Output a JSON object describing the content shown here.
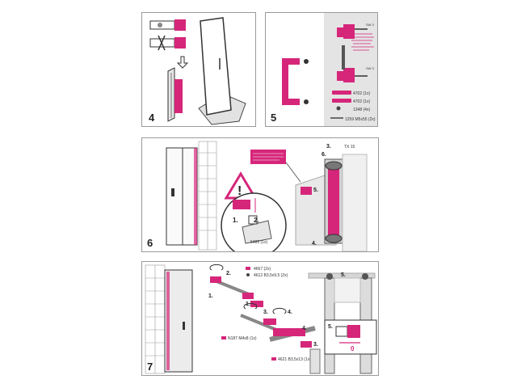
{
  "colors": {
    "accent": "#d6267a",
    "line": "#333333",
    "frame": "#9a9a9a",
    "grey": "#c9c9c9"
  },
  "panel4": {
    "step": "4"
  },
  "panel5": {
    "step": "5",
    "sw_top": "SW 3",
    "sw_bottom": "SW 3",
    "parts": [
      {
        "code": "4702 (1x)"
      },
      {
        "code": "4702 (1x)"
      },
      {
        "code": "1348 (4x)"
      },
      {
        "code": "1259 M5x55 (2x)"
      }
    ]
  },
  "panel6": {
    "step": "6",
    "tool": "TX 15",
    "steps_right": [
      "3.",
      "6.",
      "5.",
      "4."
    ],
    "steps_left": [
      "1.",
      "2."
    ],
    "part": "5485 (1x)"
  },
  "panel7": {
    "step": "7",
    "parts_top": [
      "4667 (2x)",
      "4612 B3,5x9,5 (2x)"
    ],
    "part_mid": "N187 M4x8 (1x)",
    "part_bottom": "4621 B3,5x13 (1x)",
    "steps_left": [
      "2.",
      "1.",
      "1.",
      "3.",
      "4.",
      "4.",
      "3."
    ],
    "steps_right": [
      "5.",
      "5."
    ],
    "detail_value": "0"
  }
}
